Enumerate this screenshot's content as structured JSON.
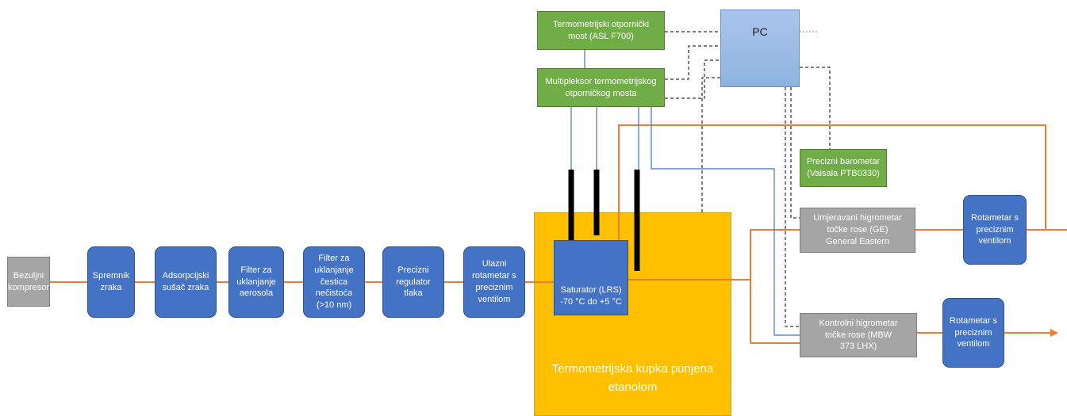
{
  "nodes": {
    "compressor": "Bezuljni\nkompresor",
    "tank": "Spremnik\nzraka",
    "dryer": "Adsorpcijski\nsušač zraka",
    "aerosol_filter": "Filter za\nuklanjanje\naerosola",
    "particle_filter": "Filter za\nuklanjanje\nčestica\nnečistoća\n(>10 nm)",
    "regulator": "Precizni\nregulator\ntlaka",
    "inlet_rotameter": "Ulazni\nrotametar s\npreciznim\nventilom",
    "saturator": "Saturator (LRS)\n-70 °C do +5 °C",
    "bath": "Termometrijska kupka punjena\netanolom",
    "bridge": "Termometrijski otpornički\nmost (ASL F700)",
    "multiplexer": "Multipleksor termometrijskog\notporničkog mosta",
    "pc": "PC",
    "barometer": "Precizni barometar\n(Vaisala PTB0330)",
    "hygrometer_ge": "Umjeravani higrometar\ntočke rose (GE)\nGeneral Eastern",
    "rotameter_1": "Rotametar s\npreciznim\nventilom",
    "hygrometer_mbw": "Kontrolni higrometar\ntočke rose (MBW\n373 LHX)",
    "rotameter_2": "Rotametar s\npreciznim\nventilom"
  },
  "colors": {
    "air_line": "#ed7d31",
    "signal_line": "#4472c4",
    "data_line": "#000000",
    "probe": "#000000"
  }
}
